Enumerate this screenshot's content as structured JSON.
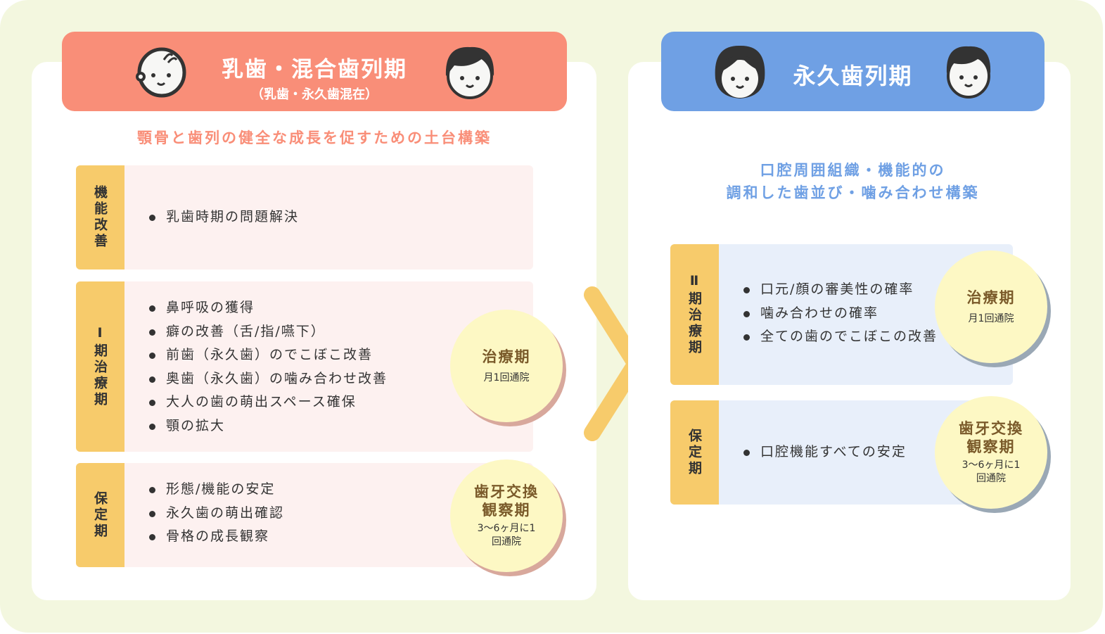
{
  "left": {
    "title": "乳歯・混合歯列期",
    "subtitle": "（乳歯・永久歯混在）",
    "goal": "顎骨と歯列の健全な成長を促すための土台構築",
    "rows": [
      {
        "label": "機能改善",
        "items": [
          "乳歯時期の問題解決"
        ]
      },
      {
        "label": "Ⅰ期治療期",
        "items": [
          "鼻呼吸の獲得",
          "癖の改善（舌/指/嚥下）",
          "前歯（永久歯）のでこぼこ改善",
          "奥歯（永久歯）の噛み合わせ改善",
          "大人の歯の萌出スペース確保",
          "顎の拡大"
        ],
        "badge": {
          "title": "治療期",
          "note": "月1回通院"
        }
      },
      {
        "label": "保定期",
        "items": [
          "形態/機能の安定",
          "永久歯の萌出確認",
          "骨格の成長観察"
        ],
        "badge": {
          "title": "歯牙交換観察期",
          "note": "3〜6ヶ月に1回通院"
        }
      }
    ]
  },
  "right": {
    "title": "永久歯列期",
    "goal_line1": "口腔周囲組織・機能的の",
    "goal_line2": "調和した歯並び・噛み合わせ構築",
    "rows": [
      {
        "label": "Ⅱ期治療期",
        "items": [
          "口元/顔の審美性の確率",
          "噛み合わせの確率",
          "全ての歯のでこぼこの改善"
        ],
        "badge": {
          "title": "治療期",
          "note": "月1回通院"
        }
      },
      {
        "label": "保定期",
        "items": [
          "口腔機能すべての安定"
        ],
        "badge": {
          "title": "歯牙交換観察期",
          "note": "3〜6ヶ月に1回通院"
        }
      }
    ]
  },
  "colors": {
    "left_header": "#f98e78",
    "right_header": "#6fa0e4",
    "label": "#f7cb6b",
    "arrow": "#f7cb6b"
  }
}
